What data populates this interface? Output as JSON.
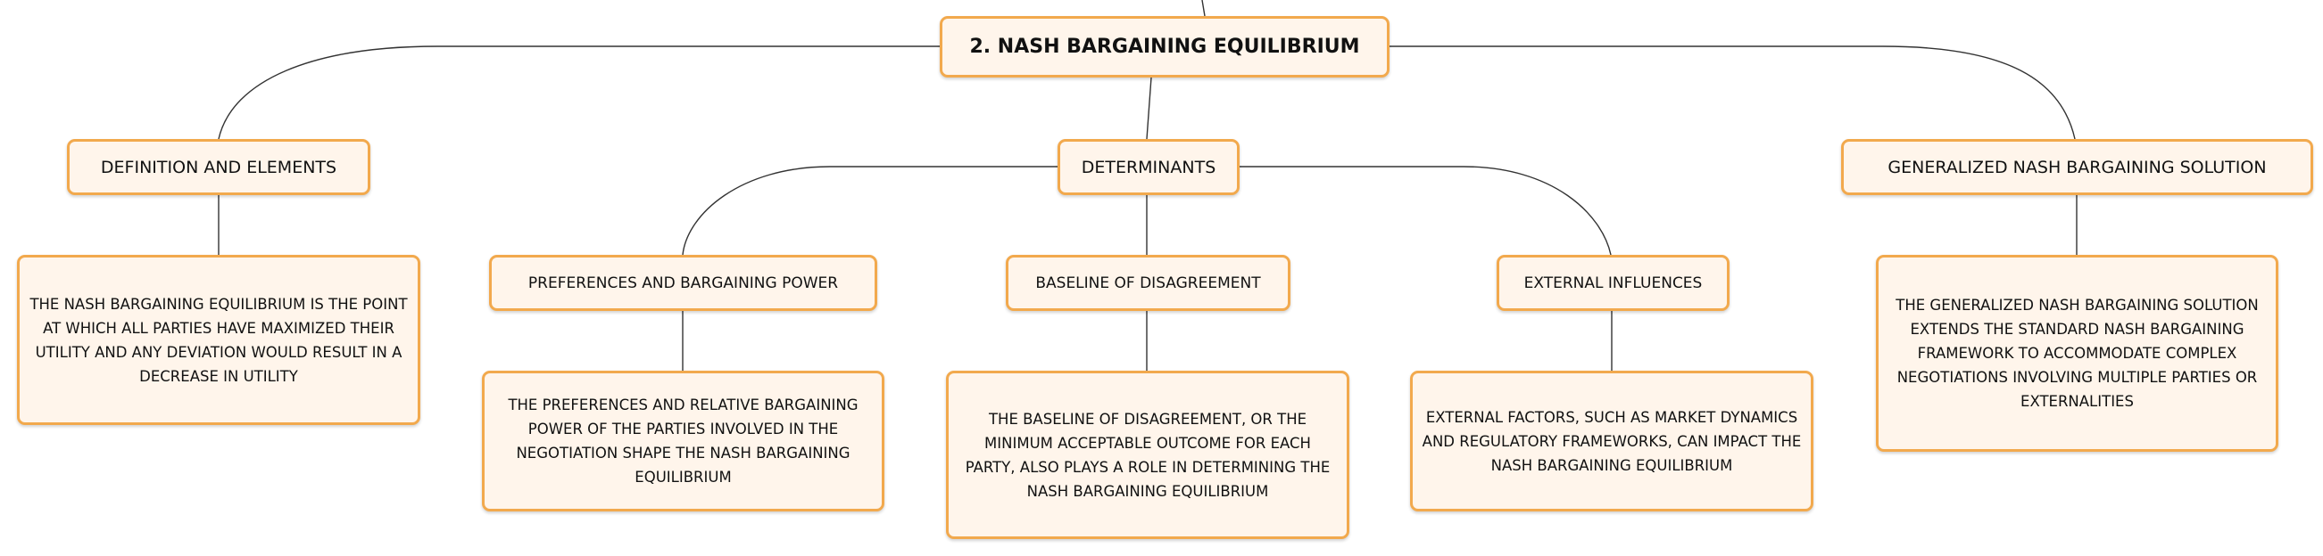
{
  "root": {
    "label": "2. NASH BARGAINING EQUILIBRIUM"
  },
  "branches": {
    "definition": {
      "label": "DEFINITION AND ELEMENTS",
      "detail": "THE NASH BARGAINING EQUILIBRIUM IS THE POINT AT WHICH ALL PARTIES HAVE MAXIMIZED THEIR UTILITY AND ANY DEVIATION WOULD RESULT IN A DECREASE IN UTILITY"
    },
    "determinants": {
      "label": "DETERMINANTS",
      "children": {
        "preferences": {
          "label": "PREFERENCES AND BARGAINING POWER",
          "detail": "THE PREFERENCES AND RELATIVE BARGAINING POWER OF THE PARTIES INVOLVED IN THE NEGOTIATION SHAPE THE NASH BARGAINING EQUILIBRIUM"
        },
        "baseline": {
          "label": "BASELINE OF DISAGREEMENT",
          "detail": "THE BASELINE OF DISAGREEMENT, OR THE MINIMUM ACCEPTABLE OUTCOME FOR EACH PARTY, ALSO PLAYS A ROLE IN DETERMINING THE NASH BARGAINING EQUILIBRIUM"
        },
        "external": {
          "label": "EXTERNAL INFLUENCES",
          "detail": "EXTERNAL FACTORS, SUCH AS MARKET DYNAMICS AND REGULATORY FRAMEWORKS, CAN IMPACT THE NASH BARGAINING EQUILIBRIUM"
        }
      }
    },
    "generalized": {
      "label": "GENERALIZED NASH BARGAINING SOLUTION",
      "detail": "THE GENERALIZED NASH BARGAINING SOLUTION EXTENDS THE STANDARD NASH BARGAINING FRAMEWORK TO ACCOMMODATE COMPLEX NEGOTIATIONS INVOLVING MULTIPLE PARTIES OR EXTERNALITIES"
    }
  }
}
